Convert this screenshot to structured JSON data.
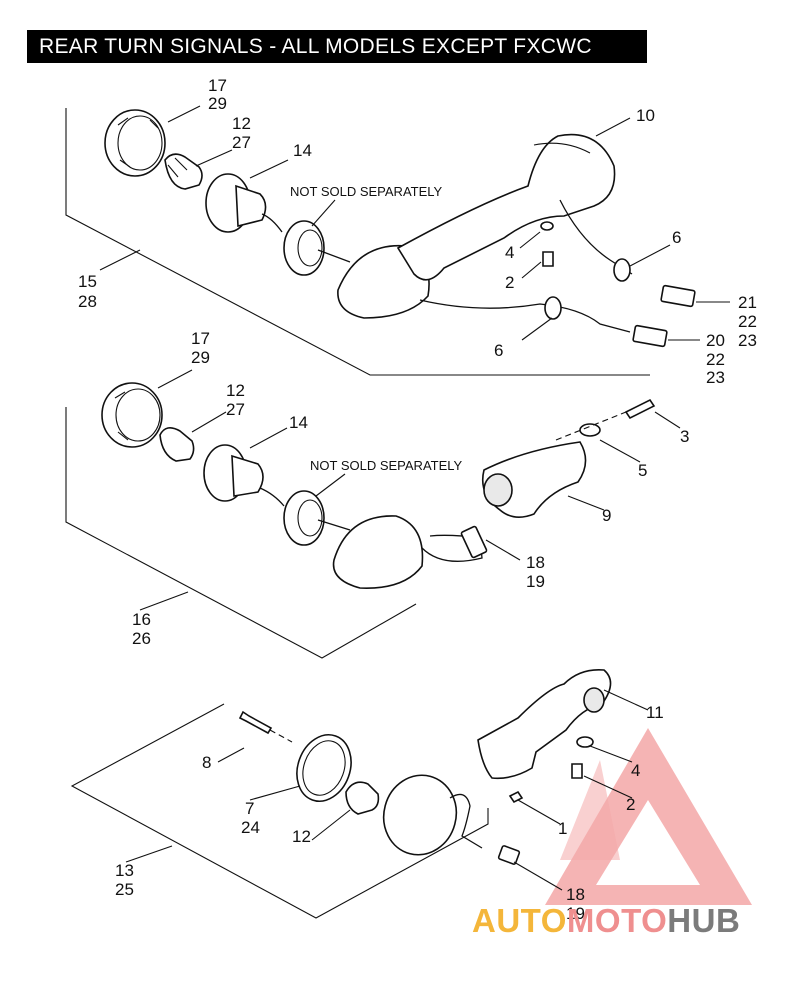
{
  "title": "REAR TURN SIGNALS - ALL MODELS EXCEPT FXCWC",
  "notes": {
    "not_sold_1": "NOT SOLD SEPARATELY",
    "not_sold_2": "NOT SOLD SEPARATELY"
  },
  "callouts": {
    "s1_17": "17",
    "s1_29": "29",
    "s1_12": "12",
    "s1_27": "27",
    "s1_14": "14",
    "s1_10": "10",
    "s1_4": "4",
    "s1_2": "2",
    "s1_6a": "6",
    "s1_6b": "6",
    "s1_21": "21",
    "s1_22a": "22",
    "s1_23a": "23",
    "s1_20": "20",
    "s1_22b": "22",
    "s1_23b": "23",
    "s1_15": "15",
    "s1_28": "28",
    "s2_17": "17",
    "s2_29": "29",
    "s2_12": "12",
    "s2_27": "27",
    "s2_14": "14",
    "s2_3": "3",
    "s2_5": "5",
    "s2_9": "9",
    "s2_18": "18",
    "s2_19": "19",
    "s2_16": "16",
    "s2_26": "26",
    "s3_11": "11",
    "s3_8": "8",
    "s3_4": "4",
    "s3_2": "2",
    "s3_7": "7",
    "s3_24": "24",
    "s3_12": "12",
    "s3_1": "1",
    "s3_18": "18",
    "s3_19": "19",
    "s3_13": "13",
    "s3_25": "25"
  },
  "watermark": {
    "part1": "AUTO",
    "part2": "MOTO",
    "part3": "HUB",
    "colors": [
      "#f4b63a",
      "#ef8f8f",
      "#7b7b7b"
    ]
  }
}
